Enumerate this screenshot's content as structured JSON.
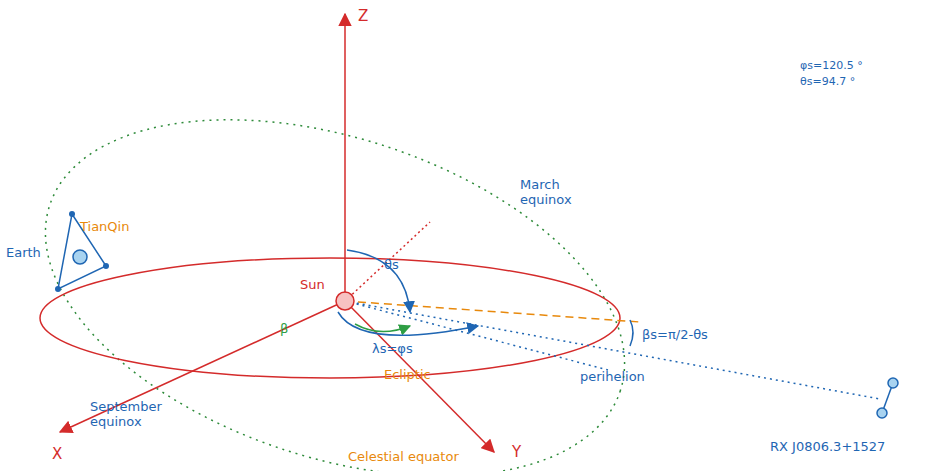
{
  "diagram": {
    "labels": [
      "Z",
      "X",
      "Y",
      "TianQin",
      "Earth",
      "Sun",
      "θs",
      "March equinox",
      "β",
      "λs=φs",
      "βs=π/2-θs",
      "perihelion",
      "Ecliptic",
      "September equinox",
      "Celestial equator",
      "RX J0806.3+1527",
      "φs=120.5 °",
      "θs=94.7 °"
    ]
  }
}
